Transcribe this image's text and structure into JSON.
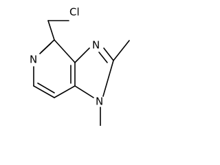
{
  "molecule": {
    "atoms": {
      "chlorine": "Cl",
      "n_pyridine": "N",
      "n_imine": "N",
      "n_methyl": "N"
    }
  }
}
